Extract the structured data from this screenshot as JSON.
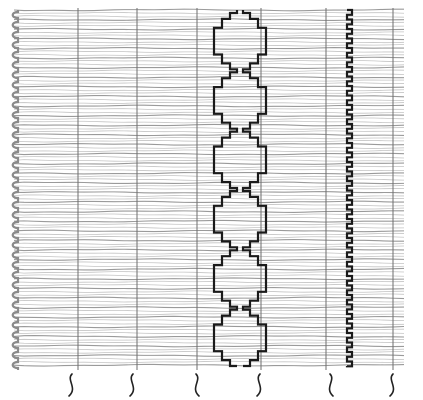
{
  "illustration": {
    "subject": "stitch-pattern-sample",
    "colors": {
      "background": "#ffffff",
      "fabric_thread": "#9a9a9a",
      "fabric_thread_light": "#c4c4c4",
      "vertical_thread": "#6e6e6e",
      "stitch": "#1a1a1a",
      "edge_stitch": "#8a8a8a"
    },
    "thread_tails": 6,
    "motif_repeats": 6
  }
}
